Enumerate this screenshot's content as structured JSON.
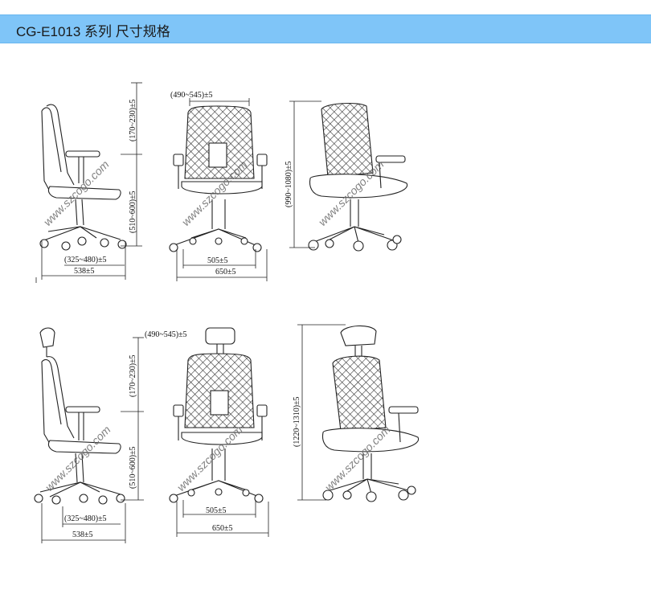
{
  "header": {
    "title": "CG-E1013 系列 尺寸规格",
    "bg": "#7fc5f8"
  },
  "watermark": "www.szcogo.com",
  "rows": [
    {
      "dims": {
        "back_height": "(170~230)±5",
        "seat_height": "(510~600)±5",
        "seat_depth": "(325~480)±5",
        "depth": "538±5",
        "back_width": "(490~545)±5",
        "seat_width": "505±5",
        "width": "650±5",
        "total_height": "(990~1080)±5"
      }
    },
    {
      "dims": {
        "back_height": "(170~230)±5",
        "seat_height": "(510~600)±5",
        "seat_depth": "(325~480)±5",
        "depth": "538±5",
        "back_width": "(490~545)±5",
        "seat_width": "505±5",
        "width": "650±5",
        "total_height": "(1220~1310)±5"
      }
    }
  ]
}
